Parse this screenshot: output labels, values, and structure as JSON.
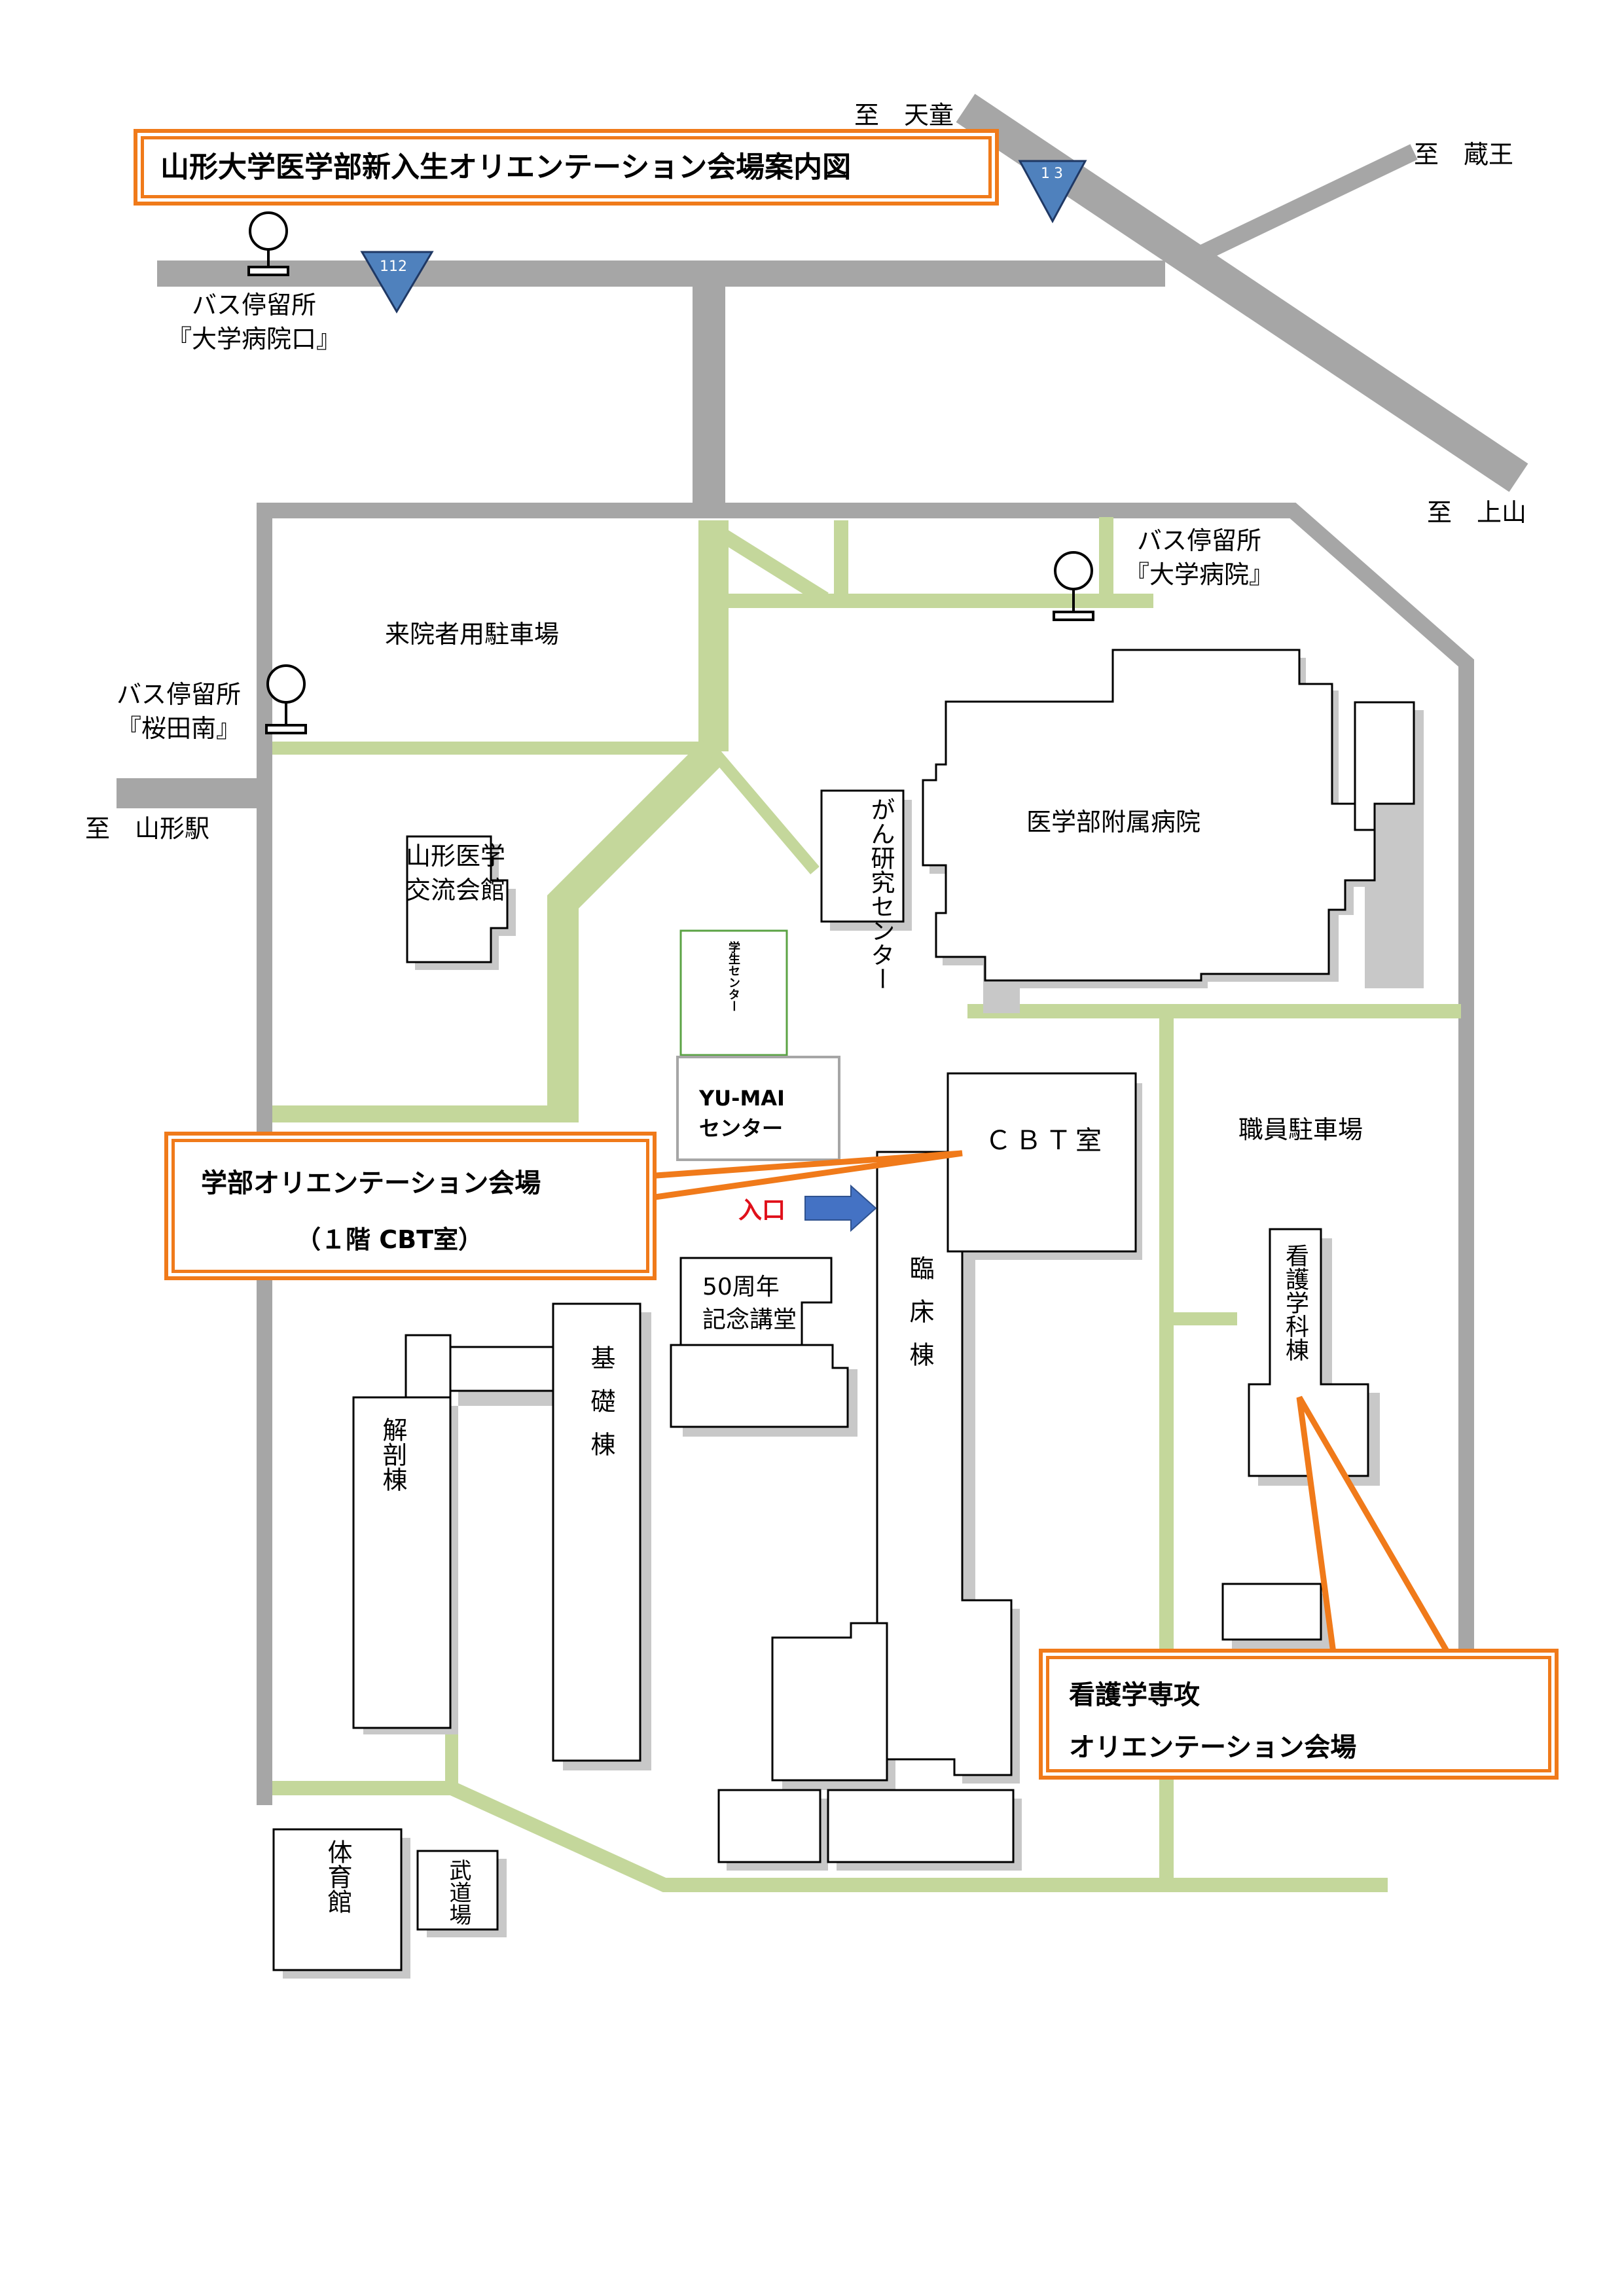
{
  "title": "山形大学医学部新入生オリエンテーション会場案内図",
  "route_signs": [
    "13",
    "112"
  ],
  "directions": {
    "tendo": "至　天童",
    "zao": "至　蔵王",
    "kaminoyama": "至　上山",
    "yamagata_station": "至　山形駅"
  },
  "bus_stops": {
    "daigaku_byoin_guchi": {
      "line1": "バス停留所",
      "line2": "『大学病院口』"
    },
    "daigaku_byoin": {
      "line1": "バス停留所",
      "line2": "『大学病院』"
    },
    "sakurada_minami": {
      "line1": "バス停留所",
      "line2": "『桜田南』"
    }
  },
  "places": {
    "visitor_parking": "来院者用駐車場",
    "staff_parking": "職員駐車場",
    "hospital": "医学部附属病院",
    "cancer_center": "がん研究センター",
    "exchange_hall_line1": "山形医学",
    "exchange_hall_line2": "交流会館",
    "student_center": "学生センター",
    "yumai_line1": "YU-MAI",
    "yumai_line2": "センター",
    "cbt_room": "ＣＢＴ室",
    "hall_line1": "50周年",
    "hall_line2": "記念講堂",
    "clinical_building": "臨床棟",
    "basic_building": "基礎棟",
    "anatomy_building": "解剖棟",
    "nursing_building": "看護学科棟",
    "gym": "体育館",
    "budo_hall": "武道場",
    "entrance": "入口"
  },
  "callouts": {
    "faculty": {
      "line1": "学部オリエンテーション会場",
      "line2": "（１階 CBT室）"
    },
    "nursing": {
      "line1": "看護学専攻",
      "line2": "オリエンテーション会場"
    }
  },
  "colors": {
    "road_gray": "#a6a6a6",
    "path_green": "#c4d79b",
    "accent_orange": "#f07a1a",
    "entrance_red": "#e0101a",
    "arrow_blue": "#4472c4",
    "route_sign_blue": "#4f81bd"
  }
}
